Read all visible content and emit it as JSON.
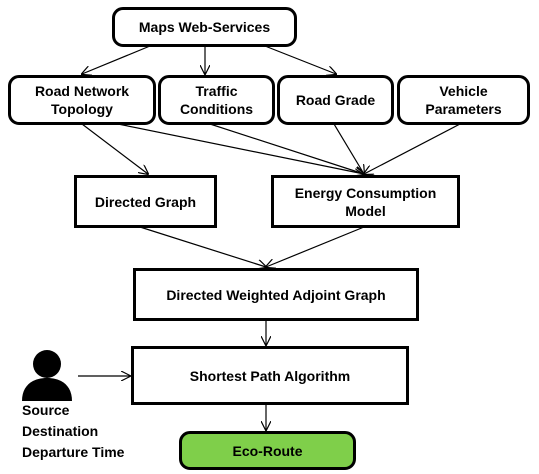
{
  "nodes": {
    "maps": "Maps Web-Services",
    "road_network": "Road Network\nTopology",
    "traffic": "Traffic\nConditions",
    "road_grade": "Road Grade",
    "vehicle": "Vehicle\nParameters",
    "directed_graph": "Directed Graph",
    "energy_model": "Energy Consumption\nModel",
    "adjoint_graph": "Directed Weighted Adjoint Graph",
    "shortest_path": "Shortest Path Algorithm",
    "eco_route": "Eco-Route"
  },
  "user_inputs": [
    "Source",
    "Destination",
    "Departure Time"
  ],
  "colors": {
    "eco_route_fill": "#7fcf4a",
    "stroke": "#000000"
  },
  "icons": {
    "user": "person-icon"
  }
}
